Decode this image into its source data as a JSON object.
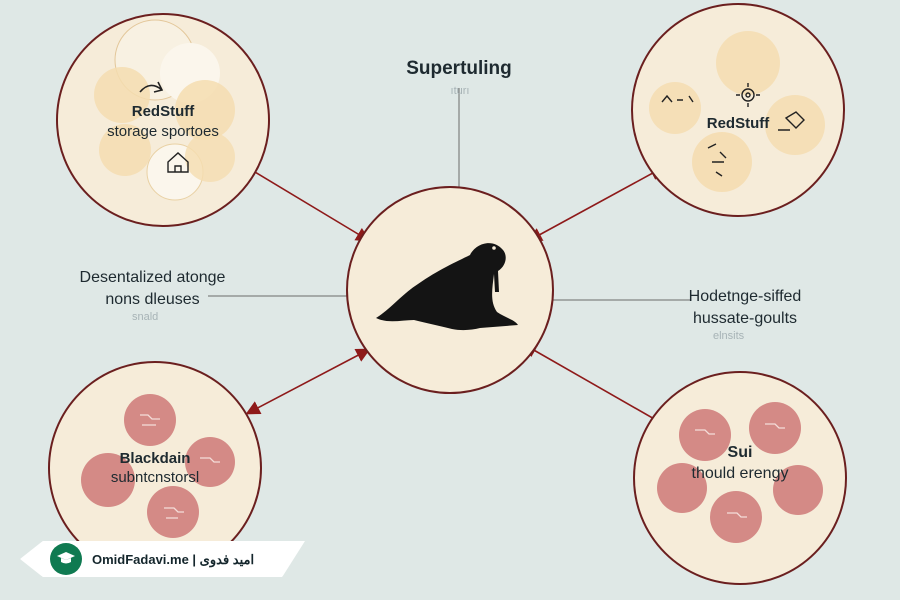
{
  "diagram": {
    "top_title": "Supertuling",
    "top_subtitle": "ıturı",
    "nodes": {
      "top_left": {
        "line1": "RedStuff",
        "line2": "storage sportoes"
      },
      "top_right": {
        "label": "RedStuff"
      },
      "bottom_left": {
        "line1": "Blackdain",
        "line2": "subntcnstorsl"
      },
      "bottom_right": {
        "line1": "Sui",
        "line2": "thould erengy"
      }
    },
    "side_left": {
      "line1": "Desentalized atonge",
      "line2": "nons dleuses",
      "hint": "snald"
    },
    "side_right": {
      "line1": "Hodetnge-siffed",
      "line2": "hussate-goults",
      "hint": "elnsits"
    },
    "center_icon": "walrus-icon"
  },
  "watermark": {
    "text": "OmidFadavi.me | امید فدوی",
    "icon": "graduation-cap-icon"
  },
  "colors": {
    "background": "#dfe8e6",
    "circle_fill": "#f6ecd9",
    "circle_stroke": "#6b1f1f",
    "arrow": "#8e1a1a",
    "cream_disc": "#f5ddb0",
    "pink_disc": "#d48a86",
    "text": "#1e2a30"
  }
}
